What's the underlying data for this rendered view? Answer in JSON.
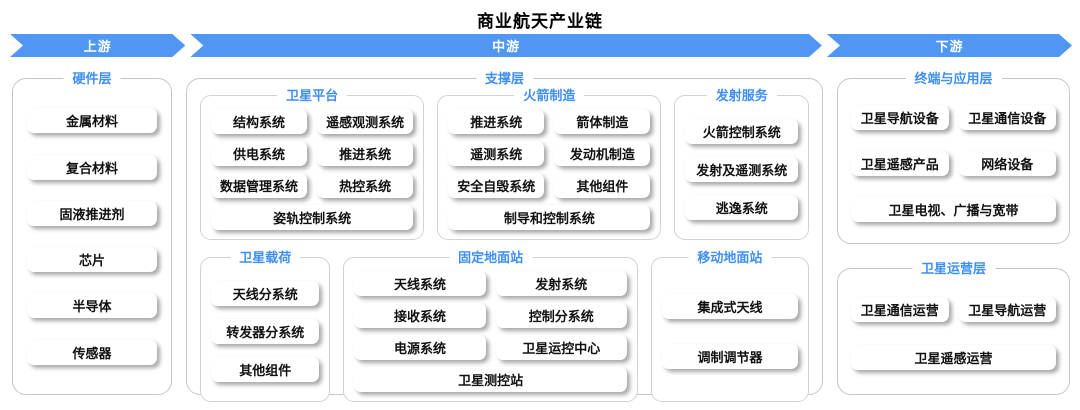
{
  "title": "商业航天产业链",
  "colors": {
    "arrow_blue": "#4f97f3",
    "label_blue": "#3f8ff2"
  },
  "stages": {
    "upstream": "上游",
    "midstream": "中游",
    "downstream": "下游"
  },
  "upstream": {
    "label": "硬件层",
    "items": [
      "金属材料",
      "复合材料",
      "固液推进剂",
      "芯片",
      "半导体",
      "传感器"
    ]
  },
  "midstream": {
    "label": "支撑层",
    "satellite_platform": {
      "label": "卫星平台",
      "items": [
        "结构系统",
        "遥感观测系统",
        "供电系统",
        "推进系统",
        "数据管理系统",
        "热控系统",
        "姿轨控制系统"
      ]
    },
    "rocket_manufacturing": {
      "label": "火箭制造",
      "items": [
        "推进系统",
        "箭体制造",
        "遥测系统",
        "发动机制造",
        "安全自毁系统",
        "其他组件",
        "制导和控制系统"
      ]
    },
    "launch_services": {
      "label": "发射服务",
      "items": [
        "火箭控制系统",
        "发射及遥测系统",
        "逃逸系统"
      ]
    },
    "satellite_payload": {
      "label": "卫星载荷",
      "items": [
        "天线分系统",
        "转发器分系统",
        "其他组件"
      ]
    },
    "fixed_ground_station": {
      "label": "固定地面站",
      "items": [
        "天线系统",
        "发射系统",
        "接收系统",
        "控制分系统",
        "电源系统",
        "卫星运控中心",
        "卫星测控站"
      ]
    },
    "mobile_ground_station": {
      "label": "移动地面站",
      "items": [
        "集成式天线",
        "调制调节器"
      ]
    }
  },
  "downstream": {
    "terminal_application": {
      "label": "终端与应用层",
      "items": [
        "卫星导航设备",
        "卫星通信设备",
        "卫星遥感产品",
        "网络设备",
        "卫星电视、广播与宽带"
      ]
    },
    "satellite_operation": {
      "label": "卫星运营层",
      "items": [
        "卫星通信运营",
        "卫星导航运营",
        "卫星遥感运营"
      ]
    }
  }
}
